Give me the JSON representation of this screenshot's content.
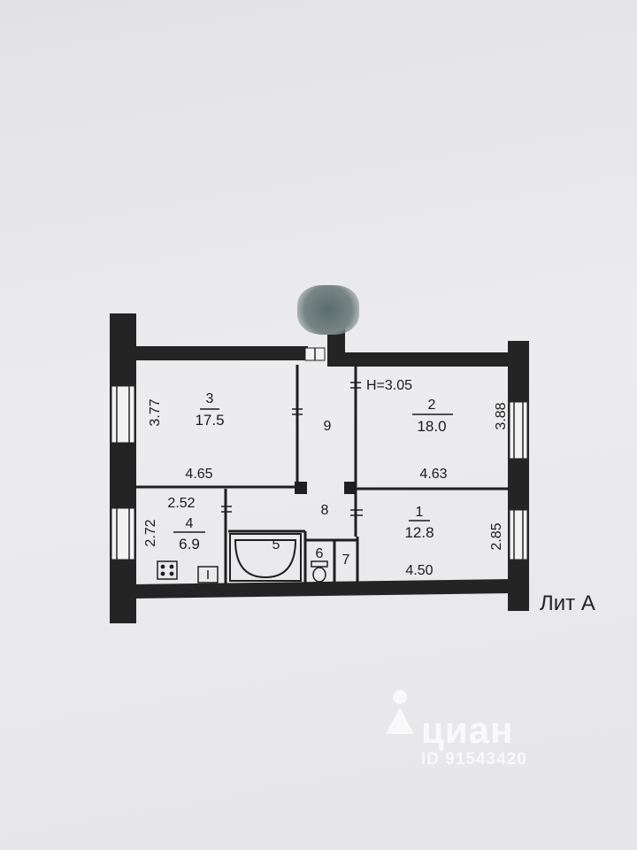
{
  "plan": {
    "height_label": "H=3.05",
    "lit_label": "Лит A",
    "rooms": [
      {
        "id": "room-1",
        "number": "1",
        "area": "12.8"
      },
      {
        "id": "room-2",
        "number": "2",
        "area": "18.0"
      },
      {
        "id": "room-3",
        "number": "3",
        "area": "17.5"
      },
      {
        "id": "room-4",
        "number": "4",
        "area": "6.9"
      },
      {
        "id": "room-5",
        "number": "5"
      },
      {
        "id": "room-6",
        "number": "6"
      },
      {
        "id": "room-7",
        "number": "7"
      },
      {
        "id": "room-8",
        "number": "8"
      },
      {
        "id": "room-9",
        "number": "9"
      }
    ],
    "dimensions": {
      "room3_height": "3.77",
      "room3_width": "4.65",
      "room2_height": "3.88",
      "room2_width": "4.63",
      "room4_width": "2.52",
      "room4_height": "2.72",
      "room1_height": "2.85",
      "room1_width": "4.50"
    }
  },
  "watermark": {
    "brand": "циан",
    "id": "ID 91543420"
  },
  "colors": {
    "wall": "#222222",
    "paper": "#e9e9eb",
    "watermark": "#ffffff"
  }
}
